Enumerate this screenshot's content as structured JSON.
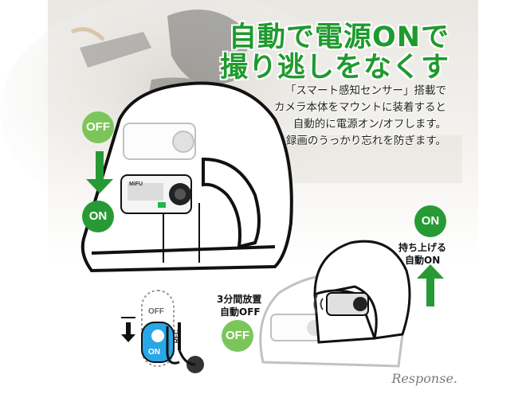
{
  "headline": {
    "line1": "自動で電源ONで",
    "line2": "撮り逃しをなくす"
  },
  "description": {
    "lines": [
      "「スマート感知センサー」搭載で",
      "カメラ本体をマウントに装着すると",
      "自動的に電源オン/オフします。",
      "録画のうっかり忘れを防ぎます。"
    ]
  },
  "left_sequence": {
    "off_label": "OFF",
    "on_label": "ON"
  },
  "right_sequence": {
    "on_label": "ON",
    "lift_caption_1": "持ち上げる",
    "lift_caption_2": "自動ON"
  },
  "bottom_sequence": {
    "idle_caption_1": "3分間放置",
    "idle_caption_2": "自動OFF",
    "off_label": "OFF"
  },
  "switch_diagram": {
    "off_label": "OFF",
    "on_label": "ON",
    "rec_label": "REC"
  },
  "camera": {
    "brand_text": "MiFU"
  },
  "watermark": "Response.",
  "colors": {
    "accent_green": "#1f9a2e",
    "light_green": "#7cc55a",
    "switch_blue": "#2aa7e6"
  }
}
